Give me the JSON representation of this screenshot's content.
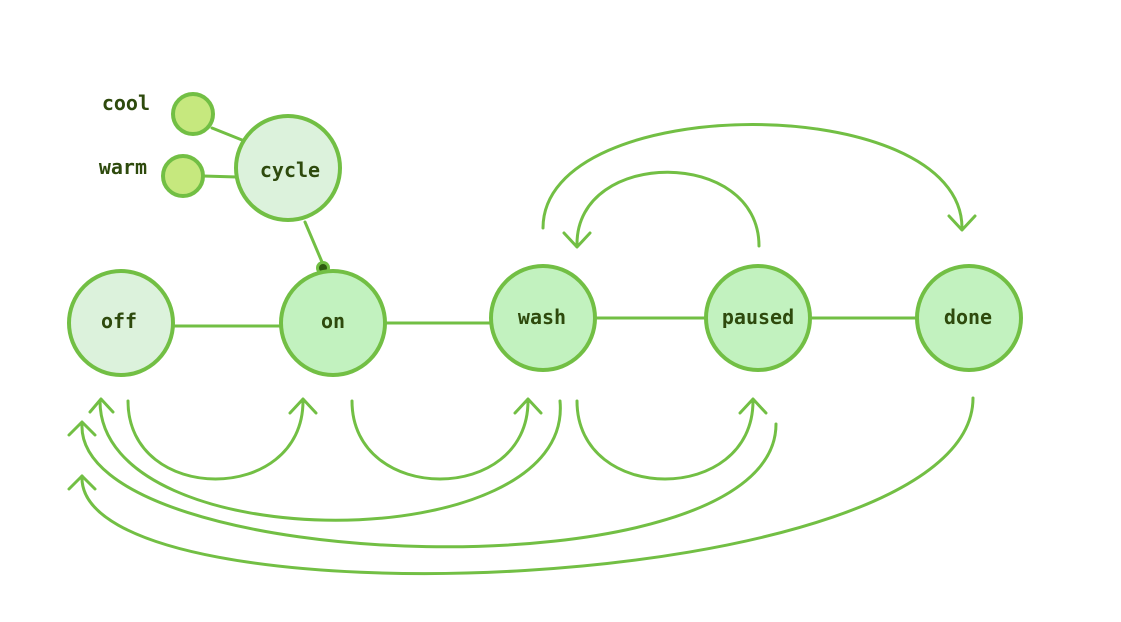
{
  "colors": {
    "stroke": "#72bf44",
    "fill_state": "#c2f2bf",
    "fill_light": "#dcf2dc",
    "fill_sub": "#c6e87e",
    "text": "#2e4a0d",
    "dot": "#2e5b10"
  },
  "states": {
    "off": "off",
    "on": "on",
    "wash": "wash",
    "paused": "paused",
    "done": "done",
    "cycle": "cycle"
  },
  "options": {
    "cool": "cool",
    "warm": "warm"
  },
  "transitions": [
    {
      "from": "off",
      "to": "on"
    },
    {
      "from": "on",
      "to": "wash"
    },
    {
      "from": "wash",
      "to": "paused"
    },
    {
      "from": "paused",
      "to": "wash"
    },
    {
      "from": "wash",
      "to": "done"
    },
    {
      "from": "wash",
      "to": "off"
    },
    {
      "from": "paused",
      "to": "off"
    },
    {
      "from": "done",
      "to": "off"
    }
  ]
}
